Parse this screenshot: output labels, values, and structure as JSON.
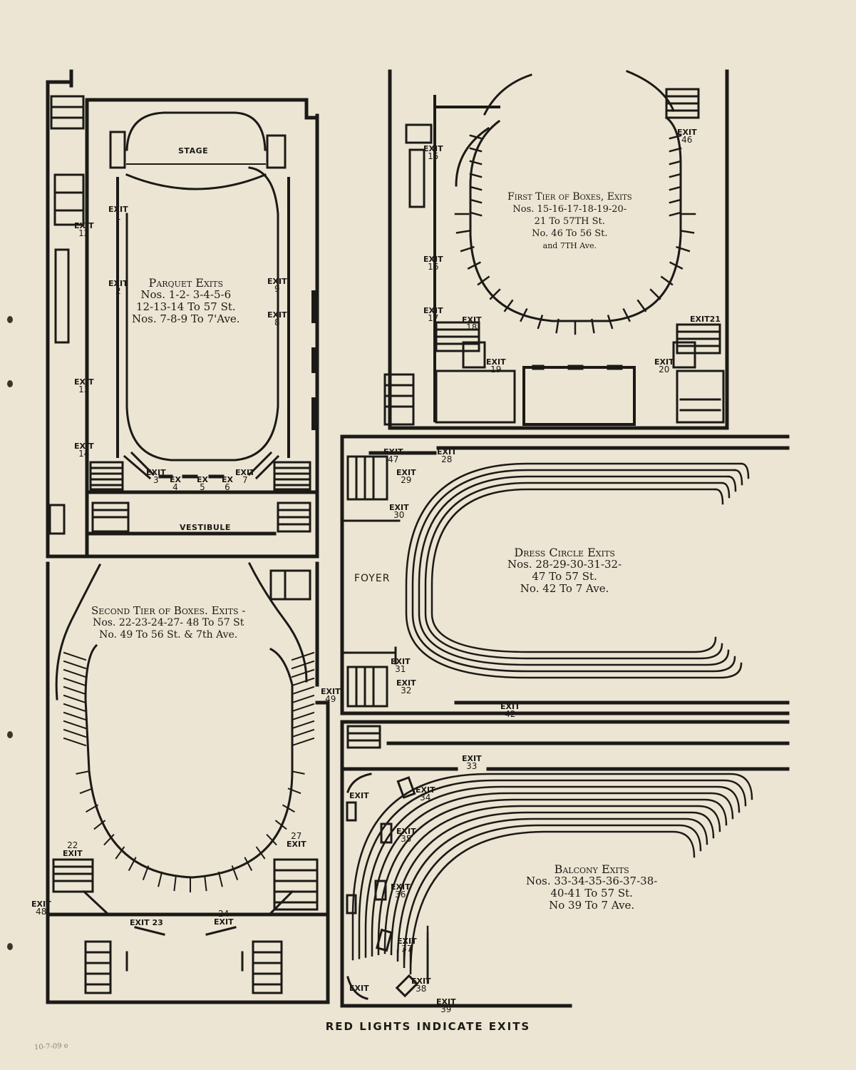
{
  "rooms": {
    "stage": "STAGE",
    "vestibule": "VESTIBULE",
    "foyer": "FOYER"
  },
  "notes": {
    "parquet": {
      "title": "Parquet Exits",
      "l1": "Nos. 1-2- 3-4-5-6",
      "l2": "12-13-14 To 57 St.",
      "l3": "Nos. 7-8-9 To 7'Ave."
    },
    "first_tier": {
      "title": "First Tier of Boxes, Exits",
      "l1": "Nos. 15-16-17-18-19-20-",
      "l2": "21 To 57TH St.",
      "l3": "No. 46 To 56 St.",
      "l4": "and 7TH Ave."
    },
    "second_tier": {
      "title": "Second Tier of Boxes. Exits -",
      "l1": "Nos. 22-23-24-27- 48 To 57 St",
      "l2": "No. 49 To 56 St. & 7th Ave."
    },
    "dress_circle": {
      "title": "Dress Circle Exits",
      "l1": "Nos. 28-29-30-31-32-",
      "l2": "47 To 57 St.",
      "l3": "No. 42 To 7 Ave."
    },
    "balcony": {
      "title": "Balcony Exits",
      "l1": "Nos. 33-34-35-36-37-38-",
      "l2": "40-41 To 57 St.",
      "l3": "No 39 To 7 Ave."
    }
  },
  "exits": [
    {
      "w": "EXIT",
      "n": "1"
    },
    {
      "w": "EXIT",
      "n": "2"
    },
    {
      "w": "EXIT",
      "n": "3"
    },
    {
      "w": "EX",
      "n": "4"
    },
    {
      "w": "EX",
      "n": "5"
    },
    {
      "w": "EX",
      "n": "6"
    },
    {
      "w": "EXIT",
      "n": "7"
    },
    {
      "w": "EXIT",
      "n": "8"
    },
    {
      "w": "EXIT",
      "n": "9"
    },
    {
      "w": "EXIT",
      "n": "12"
    },
    {
      "w": "EXIT",
      "n": "13"
    },
    {
      "w": "EXIT",
      "n": "14"
    },
    {
      "w": "EXIT",
      "n": "15"
    },
    {
      "w": "EXIT",
      "n": "16"
    },
    {
      "w": "EXIT",
      "n": "17"
    },
    {
      "w": "EXIT",
      "n": "18"
    },
    {
      "w": "EXIT",
      "n": "19"
    },
    {
      "w": "EXIT",
      "n": "20"
    },
    {
      "w": "EXIT",
      "n": "21"
    },
    {
      "w": "EXIT",
      "n": "46"
    },
    {
      "w": "EXIT",
      "n": "28"
    },
    {
      "w": "EXIT",
      "n": "29"
    },
    {
      "w": "EXIT",
      "n": "30"
    },
    {
      "w": "EXIT",
      "n": "31"
    },
    {
      "w": "EXIT",
      "n": "32"
    },
    {
      "w": "EXIT",
      "n": "42"
    },
    {
      "w": "EXIT",
      "n": "47"
    },
    {
      "w": "EXIT",
      "n": "22"
    },
    {
      "w": "EXIT",
      "n": "23"
    },
    {
      "w": "EXIT",
      "n": "24"
    },
    {
      "w": "EXIT",
      "n": "27"
    },
    {
      "w": "EXIT",
      "n": "48"
    },
    {
      "w": "EXIT",
      "n": "49"
    },
    {
      "w": "EXIT",
      "n": "33"
    },
    {
      "w": "EXIT",
      "n": "34"
    },
    {
      "w": "EXIT",
      "n": "35"
    },
    {
      "w": "EXIT",
      "n": "36"
    },
    {
      "w": "EXIT",
      "n": "37"
    },
    {
      "w": "EXIT",
      "n": "38"
    },
    {
      "w": "EXIT",
      "n": "39"
    },
    {
      "w": "EXIT",
      "n": ""
    },
    {
      "w": "EXIT",
      "n": ""
    }
  ],
  "footer": "RED LIGHTS INDICATE EXITS",
  "annotation": "10-7-09 e"
}
